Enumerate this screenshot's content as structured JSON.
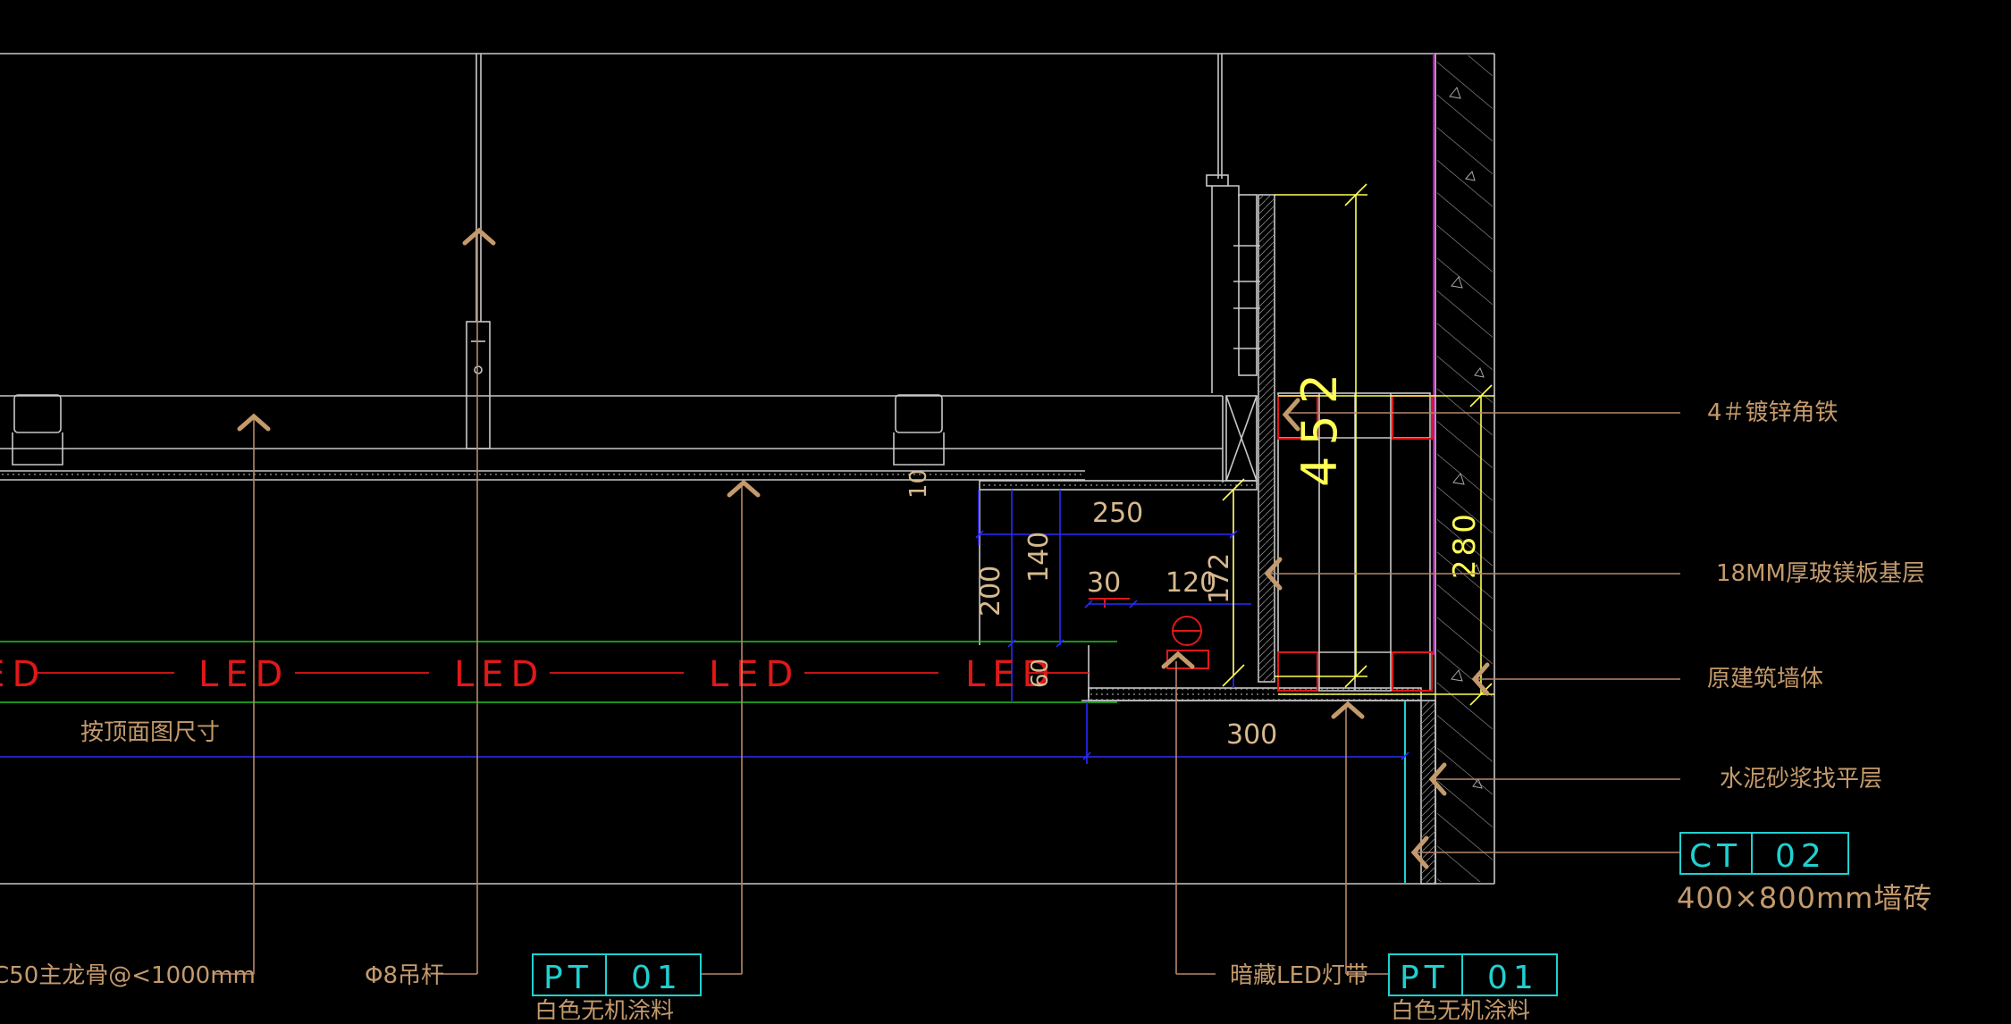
{
  "drawing": {
    "led_label": "LED",
    "dimensions": {
      "d452": "452",
      "d280": "280",
      "d250": "250",
      "d200": "200",
      "d140": "140",
      "d172": "172",
      "d120": "120",
      "d30": "30",
      "d10": "10",
      "d60": "60",
      "d300": "300"
    },
    "notes": {
      "ceiling_ref": "按顶面图尺寸",
      "angle_steel": "4＃镀锌角铁",
      "board_base": "18MM厚玻镁板基层",
      "wall": "原建筑墙体",
      "mortar": "水泥砂浆找平层",
      "tile": "400×800mm墙砖",
      "main_keel": "C50主龙骨@<1000mm",
      "rod": "Φ8吊杆",
      "hidden_led": "暗藏LED灯带"
    },
    "tags": {
      "pt_left": {
        "code": "PT",
        "num": "01",
        "desc": "白色无机涂料"
      },
      "pt_right": {
        "code": "PT",
        "num": "01",
        "desc": "白色无机涂料"
      },
      "ct": {
        "code": "CT",
        "num": "02"
      }
    }
  },
  "colors": {
    "background": "#000000",
    "outline": "#c8c8c8",
    "leader": "#b8886a",
    "label_text": "#c49a6c",
    "dimension": "#ffff55",
    "dim_text": "#d7b98e",
    "led": "#e01818",
    "green": "#22c422",
    "blue": "#2a2aff",
    "magenta": "#c000c0",
    "cyan": "#20d0d0",
    "red": "#e01818"
  }
}
